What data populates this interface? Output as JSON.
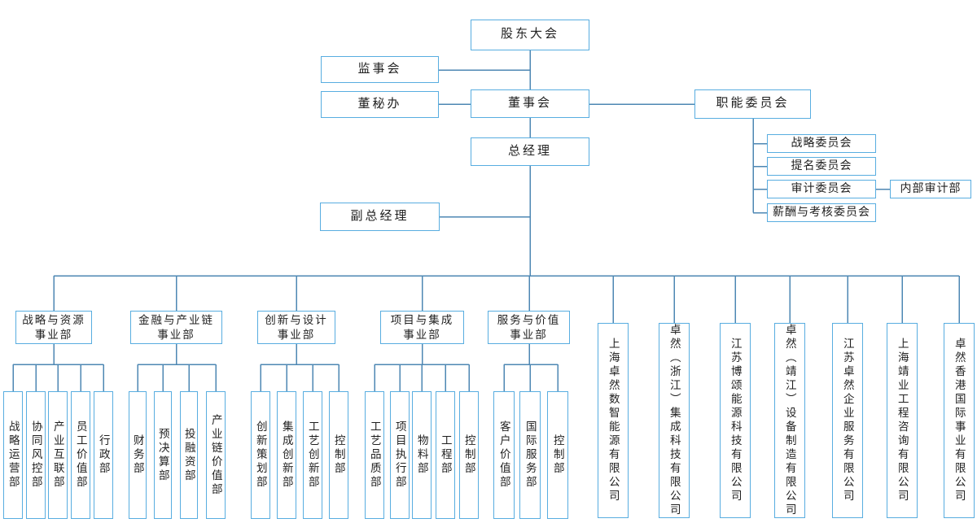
{
  "palette": {
    "box_border": "#58ADE0",
    "connector_line": "#4D87B3",
    "text": "#1f1f1f",
    "background": "#ffffff"
  },
  "governance": {
    "shareholders_meeting": "股东大会",
    "supervisory_board": "监事会",
    "board_secretary_office": "董秘办",
    "board_of_directors": "董事会",
    "functional_committees": "职能委员会",
    "general_manager": "总经理",
    "deputy_general_manager": "副总经理",
    "committees": [
      {
        "label": "战略委员会"
      },
      {
        "label": "提名委员会"
      },
      {
        "label": "审计委员会"
      },
      {
        "label": "薪酬与考核委员会"
      }
    ],
    "internal_audit_dept": "内部审计部"
  },
  "divisions": [
    {
      "line1": "战略与资源",
      "line2": "事业部",
      "departments": [
        "战略运营部",
        "协同风控部",
        "产业互联部",
        "员工价值部",
        "行政部"
      ]
    },
    {
      "line1": "金融与产业链",
      "line2": "事业部",
      "departments": [
        "财务部",
        "预决算部",
        "投融资部",
        "产业链价值部"
      ]
    },
    {
      "line1": "创新与设计",
      "line2": "事业部",
      "departments": [
        "创新策划部",
        "集成创新部",
        "工艺创新部",
        "控制部"
      ]
    },
    {
      "line1": "项目与集成",
      "line2": "事业部",
      "departments": [
        "工艺品质部",
        "项目执行部",
        "物料部",
        "工程部",
        "控制部"
      ]
    },
    {
      "line1": "服务与价值",
      "line2": "事业部",
      "departments": [
        "客户价值部",
        "国际服务部",
        "控制部"
      ]
    }
  ],
  "subsidiaries": [
    "上海卓然数智能源有限公司",
    "卓然（浙江）集成科技有限公司",
    "江苏博颂能源科技有限公司",
    "卓然（靖江）设备制造有限公司",
    "江苏卓然企业服务有限公司",
    "上海靖业工程咨询有限公司",
    "卓然香港国际事业有限公司"
  ]
}
